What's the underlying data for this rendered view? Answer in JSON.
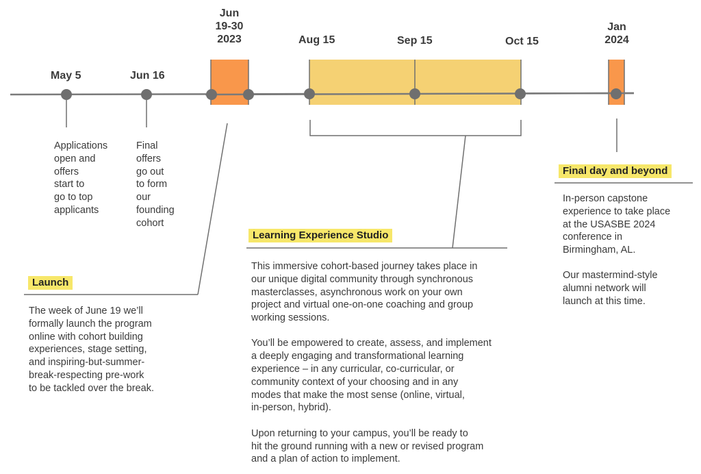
{
  "colors": {
    "line": "#7a7a7a",
    "dot": "#6f6f6f",
    "orange": "#f9974b",
    "yellow_band": "#f5d173",
    "highlight": "#f7e76a"
  },
  "dates": {
    "may5": "May 5",
    "jun16": "Jun 16",
    "jun19_30": [
      "Jun",
      "19-30",
      "2023"
    ],
    "aug15": "Aug 15",
    "sep15": "Sep 15",
    "oct15": "Oct 15",
    "jan2024": [
      "Jan",
      "2024"
    ]
  },
  "notes": {
    "applications": [
      "Applications",
      "open and",
      "offers",
      "start to",
      "go to top",
      "applicants"
    ],
    "final_offers": [
      "Final",
      "offers",
      "go out",
      "to form",
      "our",
      "founding",
      "cohort"
    ]
  },
  "sections": {
    "launch": {
      "title": "Launch",
      "lines": [
        "The week of June 19 we’ll",
        "formally launch the program",
        "online with cohort building",
        "experiences, stage setting,",
        "and inspiring-but-summer-",
        "break-respecting pre-work",
        "to be tackled over the break."
      ]
    },
    "studio": {
      "title": "Learning Experience Studio",
      "paragraphs": [
        [
          "This immersive cohort-based journey takes place in",
          "our unique digital community through synchronous",
          "masterclasses, asynchronous work on your own",
          "project and virtual one-on-one coaching and group",
          "working sessions."
        ],
        [
          "You’ll be empowered to create, assess, and implement",
          "a deeply engaging and transformational learning",
          "experience – in any curricular, co-curricular, or",
          "community context of your choosing and in any",
          "modes that make the most sense (online, virtual,",
          "in-person, hybrid)."
        ],
        [
          "Upon returning to your campus, you’ll be ready to",
          "hit the ground running with a new or revised program",
          "and a plan of action to implement."
        ]
      ]
    },
    "final": {
      "title": "Final day and beyond",
      "paragraphs": [
        [
          "In-person capstone",
          "experience to take place",
          "at the USASBE 2024",
          "conference in",
          "Birmingham, AL."
        ],
        [
          "Our mastermind-style",
          "alumni network will",
          "launch at this time."
        ]
      ]
    }
  }
}
